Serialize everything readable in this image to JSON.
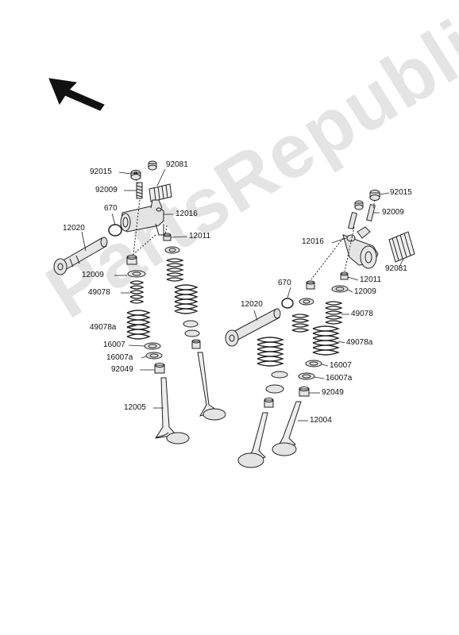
{
  "watermark": "PartsRepublik",
  "colors": {
    "line": "#222222",
    "watermark": "#dcdcdc",
    "metal": "#e4e4e4",
    "shade": "#bbbbbb"
  },
  "labels": {
    "l_92015_a": "92015",
    "l_92081_a": "92081",
    "l_92009_a": "92009",
    "l_670_a": "670",
    "l_12016_a": "12016",
    "l_12020_a": "12020",
    "l_12011_a": "12011",
    "l_12009_a": "12009",
    "l_49078_a": "49078",
    "l_49078a_a": "49078a",
    "l_16007_a": "16007",
    "l_16007a_a": "16007a",
    "l_92049_a": "92049",
    "l_12005": "12005",
    "l_92015_b": "92015",
    "l_92009_b": "92009",
    "l_12016_b": "12016",
    "l_92081_b": "92081",
    "l_12011_b": "12011",
    "l_670_b": "670",
    "l_12009_b": "12009",
    "l_12020_b": "12020",
    "l_49078_b": "49078",
    "l_49078a_b": "49078a",
    "l_16007_b": "16007",
    "l_16007a_b": "16007a",
    "l_92049_b": "92049",
    "l_12004": "12004"
  }
}
